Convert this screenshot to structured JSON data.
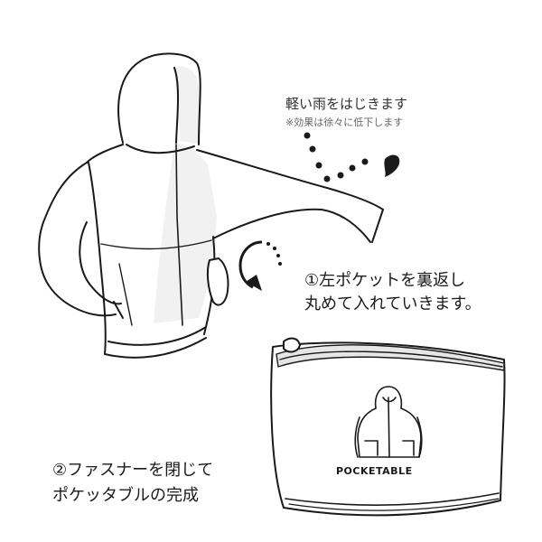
{
  "annotations": {
    "rain_title": "軽い雨をはじきます",
    "rain_note": "※効果は徐々に低下します",
    "step1_line1": "①左ポケットを裏返し",
    "step1_line2": "丸めて入れていきます。",
    "step2_line1": "②ファスナーを閉じて",
    "step2_line2": "ポケッタブルの完成"
  },
  "pouch": {
    "label": "POCKETABLE"
  },
  "icons": [
    "hooded-jacket-illustration",
    "rain-drops-icon",
    "rotate-arrow-icon",
    "zipper-pouch-illustration",
    "mini-jacket-icon"
  ],
  "colors": {
    "line": "#1a1a1a",
    "jacket_panel": "#f1f1f1",
    "pouch_fill": "#ffffff",
    "zipper_band": "#e6e6e6"
  }
}
